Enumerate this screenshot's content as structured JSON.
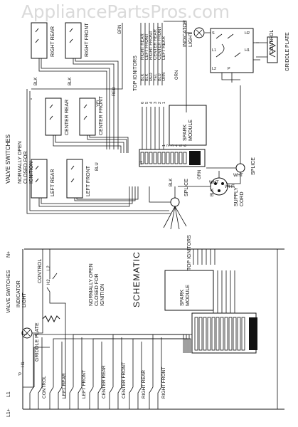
{
  "watermark": "AppliancePartsPros.com",
  "top_section": {
    "valve_switches_title": "VALVE SWITCHES",
    "valve_note": "NORMALLY OPEN\nCLOSED FOR\nIGNITION",
    "top_ignitors_title": "TOP IGNITORS",
    "ignitor_labels": [
      "RIGHT REAR",
      "LEFT FRONT",
      "RIGHT FRONT",
      "CENTER REAR",
      "CENTER FRONT",
      "LEFT REAR"
    ],
    "wire_colors": [
      "BLK",
      "BLK",
      "RED",
      "YEL",
      "BLU",
      "ORN"
    ],
    "terminal_numbers": [
      "6",
      "5",
      "4",
      "3",
      "2",
      "1"
    ],
    "module_label": "SPARK\nMODULE",
    "switch_labels": [
      "LEFT REAR",
      "LEFT FRONT",
      "CENTER REAR",
      "CENTER FRONT",
      "RIGHT REAR",
      "RIGHT FRONT"
    ],
    "wire_tags": [
      "BLK",
      "BLK",
      "YEL",
      "RED",
      "BLU",
      "GRN",
      "WHT",
      "WHT",
      "BLK",
      "GRN",
      "ORN",
      "BLK",
      "WHT"
    ],
    "splice_label": "SPLICE",
    "supply_cord_label": "SUPPLY\nCORD",
    "indicator_light_label": "INDICATOR\nLIGHT",
    "control_label": "CONTROL",
    "griddle_plate_label": "GRIDDLE PLATE",
    "control_terminals": [
      "H2",
      "H1",
      "L1",
      "L2",
      "P",
      "S"
    ]
  },
  "schematic": {
    "title": "SCHEMATIC",
    "valve_switches_title": "VALVE SWITCHES",
    "indicator_light_label": "INDICATOR\nLIGHT",
    "griddle_plate_label": "GRIDDLE PLATE",
    "control_label": "CONTROL",
    "control_terminals": [
      "P",
      "H1",
      "H2",
      "L2"
    ],
    "note": "NORMALLY OPEN\nCLOSED FOR\nIGNITION",
    "top_ignitors_title": "TOP IGNITORS",
    "module_label": "SPARK\nMODULE",
    "switch_labels": [
      "CONTROL",
      "LEFT REAR",
      "LEFT FRONT",
      "CENTER REAR",
      "CENTER FRONT",
      "RIGHT REAR",
      "RIGHT FRONT"
    ],
    "line_labels": [
      "L1",
      "L1+",
      "N+"
    ]
  }
}
